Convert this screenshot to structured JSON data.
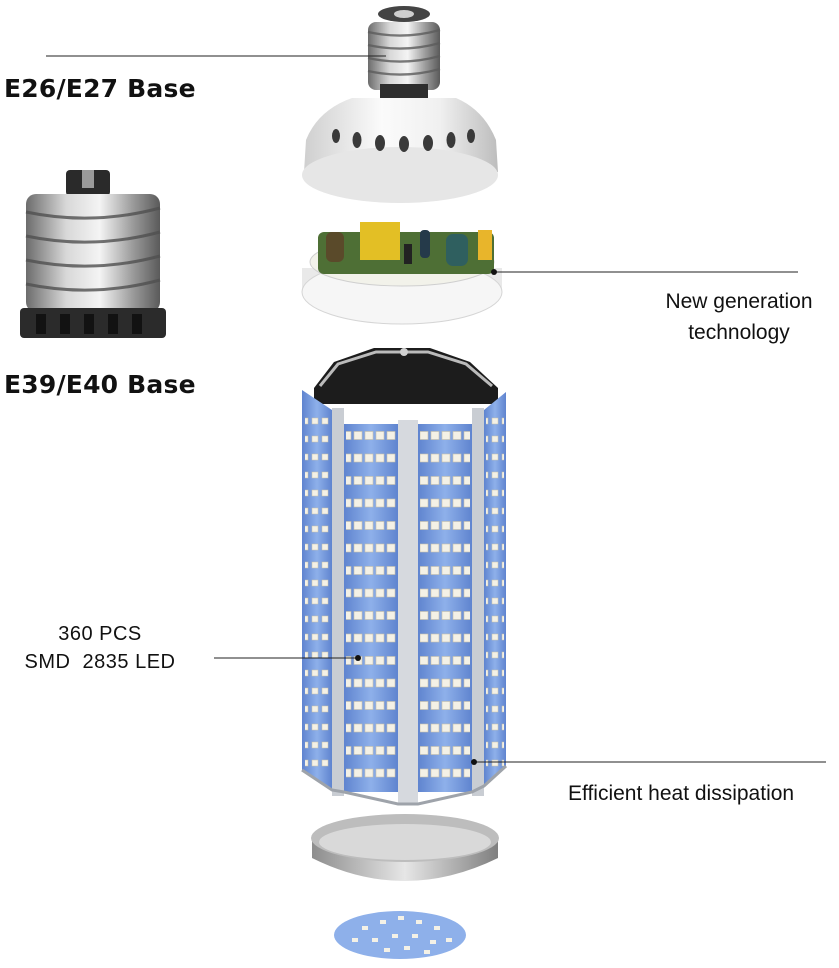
{
  "labels": {
    "e26_base": "E26/E27 Base",
    "e39_base": "E39/E40 Base",
    "new_generation": [
      "New generation",
      "technology"
    ],
    "led_count": [
      "360 PCS",
      "SMD  2835 LED"
    ],
    "heat_dissipation": "Efficient heat dissipation"
  },
  "colors": {
    "pcb_blue": "#7a9fe0",
    "heatsink_silver": "#c9cdd3",
    "led_white": "#f3f1ea",
    "socket_white": "#f2f2f2",
    "circuit_board": "#5a7a3a"
  }
}
